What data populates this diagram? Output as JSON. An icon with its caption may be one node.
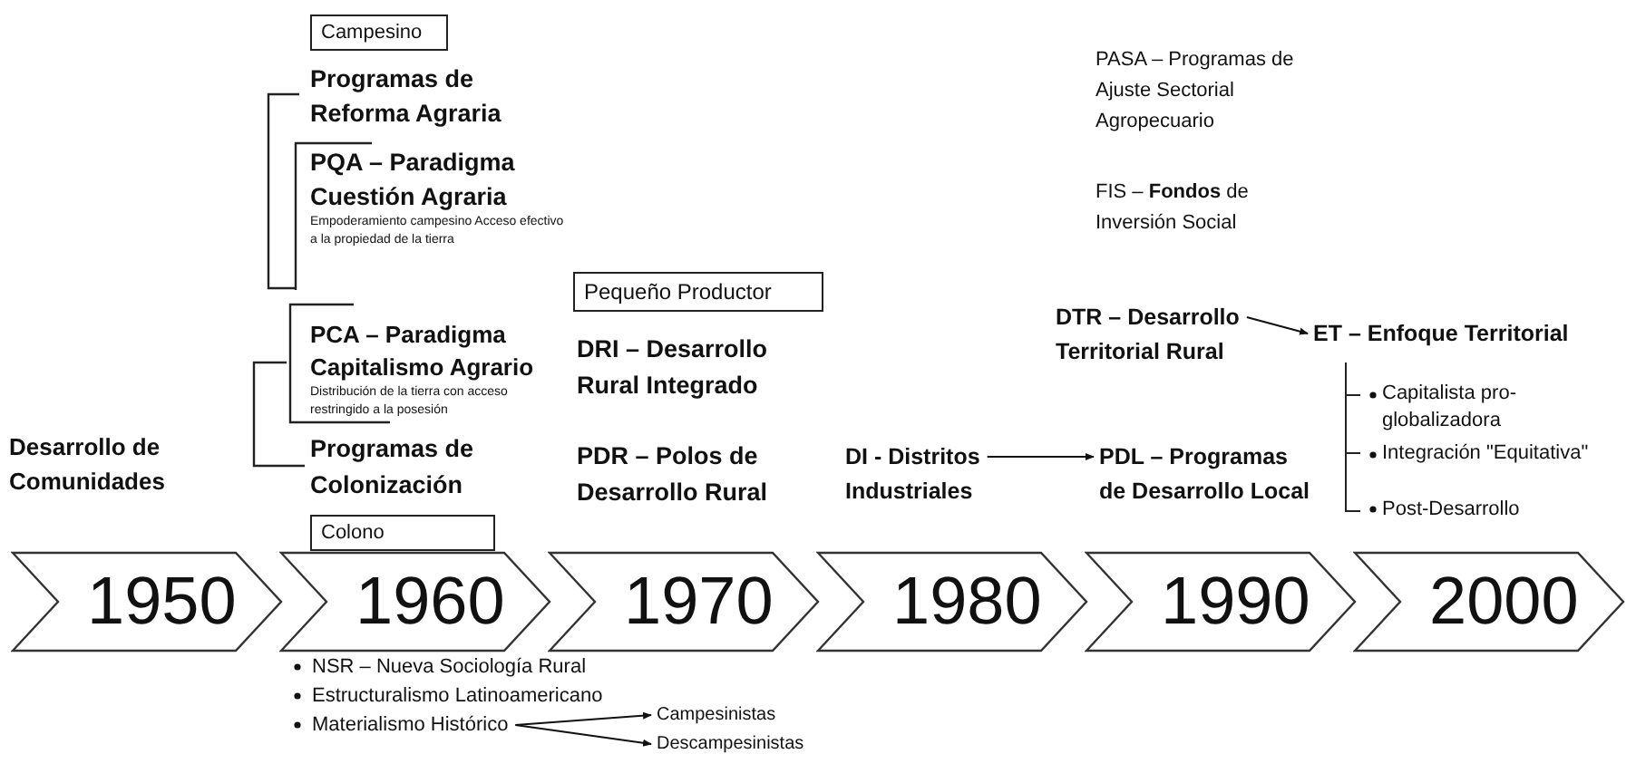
{
  "diagram": {
    "nodes": [
      {
        "text": [
          "Campesino"
        ]
      },
      {
        "text": [
          "Programas de Reforma Agraria"
        ]
      },
      {
        "text": [
          "PQA – Paradigma Cuestión Agraria",
          "Empoderamiento campesino Acceso efectivo a la propiedad de la tierra"
        ]
      },
      {
        "text": [
          "Pequeño Productor"
        ]
      },
      {
        "text": [
          "PCA – Paradigma Capitalismo Agrario",
          "Distribución de la tierra con acceso restringido a la posesión"
        ]
      },
      {
        "text": [
          "DRI – Desarrollo Rural Integrado"
        ]
      },
      {
        "text": [
          "Desarrollo de Comunidades"
        ]
      },
      {
        "text": [
          "Programas de Colonización"
        ]
      },
      {
        "text": [
          "PDR – Polos de Desarrollo Rural"
        ]
      },
      {
        "text": [
          "Colono"
        ]
      },
      {
        "text": [
          "PASA – Programas de Ajuste Sectorial Agropecuario"
        ]
      },
      {
        "text": [
          "FIS – **Fondos** de Inversión Social"
        ]
      },
      {
        "text": [
          "DTR – Desarrollo Territorial Rural"
        ]
      },
      {
        "text": [
          "ET – Enfoque Territorial"
        ]
      },
      {
        "text": [
          "DI - Distritos Industriales"
        ]
      },
      {
        "text": [
          "PDL – Programas de Desarrollo Local"
        ]
      },
      {
        "text": [
          "1950"
        ]
      },
      {
        "text": [
          "1960"
        ]
      },
      {
        "text": [
          "1970"
        ]
      },
      {
        "text": [
          "1980"
        ]
      },
      {
        "text": [
          "1990"
        ]
      },
      {
        "text": [
          "2000"
        ]
      },
      {
        "text": [
          "Materialismo Histórico"
        ]
      },
      {
        "text": [
          "Campesinistas"
        ]
      },
      {
        "text": [
          "Descampesinistas"
        ]
      }
    ],
    "edges": [
      {
        "from": 12,
        "to": 13,
        "arrow": "to"
      },
      {
        "from": 14,
        "to": 15,
        "arrow": "to"
      },
      {
        "from": 22,
        "to": 23,
        "arrow": "to"
      },
      {
        "from": 22,
        "to": 24,
        "arrow": "to"
      }
    ],
    "labels": [
      "Capitalista pro-globalizadora",
      "Integración \"Equitativa\"",
      "Post-Desarrollo",
      "NSR – Nueva Sociología Rural",
      "Estructuralismo Latinoamericano"
    ]
  }
}
